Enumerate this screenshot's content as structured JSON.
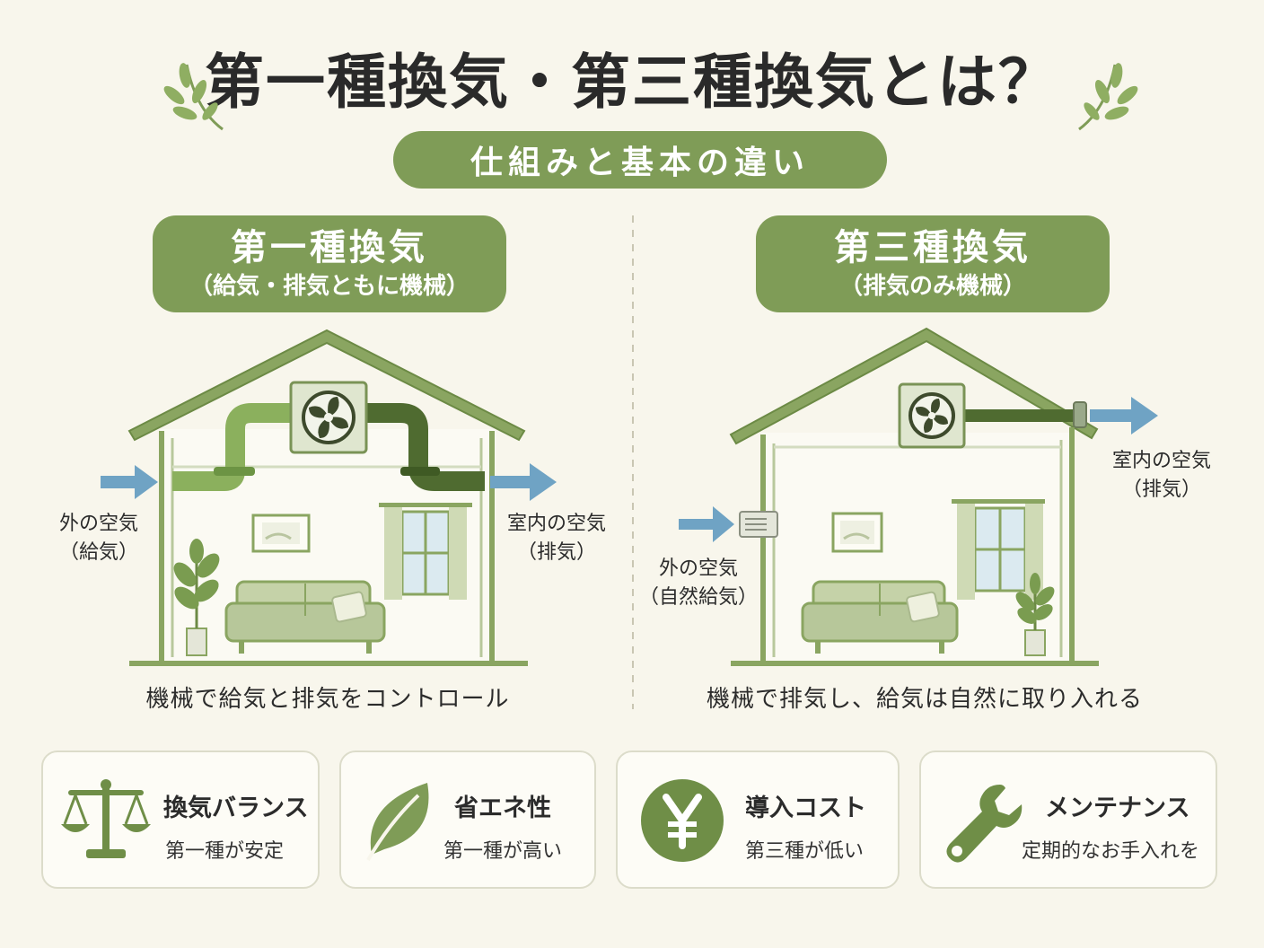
{
  "header": {
    "title": "第一種換気・第三種換気とは？",
    "subtitle": "仕組みと基本の違い"
  },
  "type1": {
    "heading": "第一種換気",
    "sub": "（給気・排気ともに機械）",
    "intake_label_1": "外の空気",
    "intake_label_2": "（給気）",
    "exhaust_label_1": "室内の空気",
    "exhaust_label_2": "（排気）",
    "caption": "機械で給気と排気をコントロール"
  },
  "type3": {
    "heading": "第三種換気",
    "sub": "（排気のみ機械）",
    "intake_label_1": "外の空気",
    "intake_label_2": "（自然給気）",
    "exhaust_label_1": "室内の空気",
    "exhaust_label_2": "（排気）",
    "caption": "機械で排気し、給気は自然に取り入れる"
  },
  "cards": [
    {
      "icon": "balance-scale-icon",
      "title": "換気バランス",
      "sub": "第一種が安定"
    },
    {
      "icon": "leaf-icon",
      "title": "省エネ性",
      "sub": "第一種が高い"
    },
    {
      "icon": "yen-icon",
      "title": "導入コスト",
      "sub": "第三種が低い"
    },
    {
      "icon": "wrench-icon",
      "title": "メンテナンス",
      "sub": "定期的なお手入れを"
    }
  ],
  "colors": {
    "accent": "#7f9c57",
    "dark_green": "#4f6b30",
    "arrow_blue": "#6fa3c4",
    "background": "#f8f6ec"
  }
}
